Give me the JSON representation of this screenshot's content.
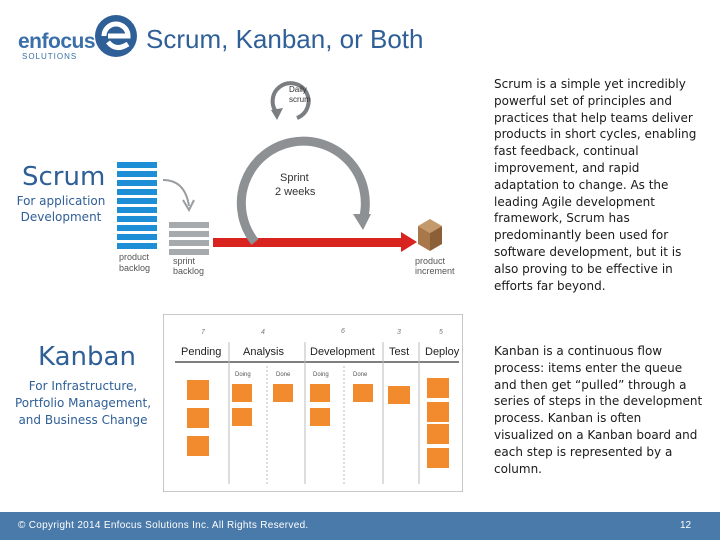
{
  "header": {
    "logo_word": "enfocus",
    "logo_sub": "SOLUTIONS",
    "title": "Scrum, Kanban, or Both"
  },
  "scrum": {
    "heading": "Scrum",
    "subheading": "For application Development",
    "description": "Scrum is a simple yet incredibly powerful set of principles and practices that help teams deliver products in short cycles, enabling fast feedback, continual improvement, and rapid adaptation to change. As the leading Agile development framework, Scrum has predominantly been used for software development, but it is also proving to be effective in efforts far beyond.",
    "diagram": {
      "daily_scrum": [
        "Daily",
        "scrum"
      ],
      "sprint": [
        "Sprint",
        "2 weeks"
      ],
      "product_backlog": [
        "product",
        "backlog"
      ],
      "sprint_backlog": [
        "sprint",
        "backlog"
      ],
      "product_increment": [
        "product",
        "increment"
      ]
    }
  },
  "kanban": {
    "heading": "Kanban",
    "subheading": "For Infrastructure, Portfolio Management, and Business Change",
    "description": "Kanban is a continuous flow process: items enter the queue and then get “pulled” through a series of steps in the development process. Kanban is often visualized on a Kanban board and each step is represented by a column.",
    "board": {
      "wip_limits": [
        "7",
        "4",
        "6",
        "3",
        "5"
      ],
      "columns": [
        "Pending",
        "Analysis",
        "Development",
        "Test",
        "Deploy"
      ],
      "sub_columns": [
        "Doing",
        "Done",
        "Doing",
        "Done"
      ]
    }
  },
  "footer": {
    "copyright": "© Copyright 2014 Enfocus Solutions Inc. All Rights Reserved.",
    "page_number": "12"
  },
  "colors": {
    "brand_blue": "#2f5f97",
    "footer_bar": "#4a7aa9",
    "backlog_blue": "#1e8fd6",
    "sprint_gray": "#a7aaad",
    "arrow_red": "#d8231f",
    "sticky_orange": "#f28a2e"
  }
}
